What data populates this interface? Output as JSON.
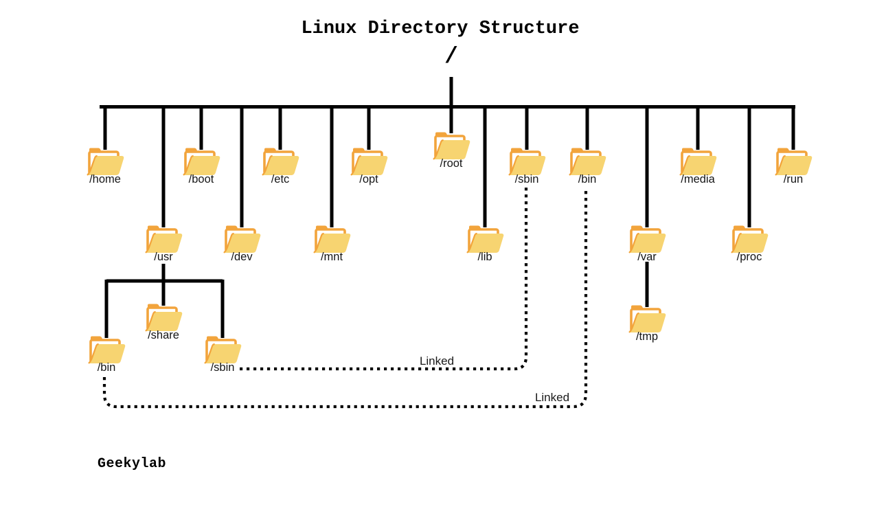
{
  "title": "Linux Directory Structure",
  "root": {
    "label": "/"
  },
  "watermark": "Geekylab",
  "colors": {
    "line": "#000000",
    "folder_tab": "#F2A43C",
    "folder_body": "#F7D471",
    "folder_edge": "#F2A43B",
    "folder_gap": "#FFFFFF",
    "text": "#151515"
  },
  "nodes": [
    {
      "id": "home",
      "label": "/home"
    },
    {
      "id": "boot",
      "label": "/boot"
    },
    {
      "id": "etc",
      "label": "/etc"
    },
    {
      "id": "opt",
      "label": "/opt"
    },
    {
      "id": "root-dir",
      "label": "/root"
    },
    {
      "id": "sbin",
      "label": "/sbin"
    },
    {
      "id": "bin",
      "label": "/bin"
    },
    {
      "id": "media",
      "label": "/media"
    },
    {
      "id": "run",
      "label": "/run"
    },
    {
      "id": "usr",
      "label": "/usr"
    },
    {
      "id": "dev",
      "label": "/dev"
    },
    {
      "id": "mnt",
      "label": "/mnt"
    },
    {
      "id": "lib",
      "label": "/lib"
    },
    {
      "id": "var",
      "label": "/var"
    },
    {
      "id": "proc",
      "label": "/proc"
    },
    {
      "id": "usr-bin",
      "label": "/bin"
    },
    {
      "id": "usr-share",
      "label": "/share"
    },
    {
      "id": "usr-sbin",
      "label": "/sbin"
    },
    {
      "id": "tmp",
      "label": "/tmp"
    }
  ],
  "links": [
    {
      "from": "usr-sbin",
      "to": "sbin",
      "label": "Linked"
    },
    {
      "from": "usr-bin",
      "to": "bin",
      "label": "Linked"
    }
  ]
}
